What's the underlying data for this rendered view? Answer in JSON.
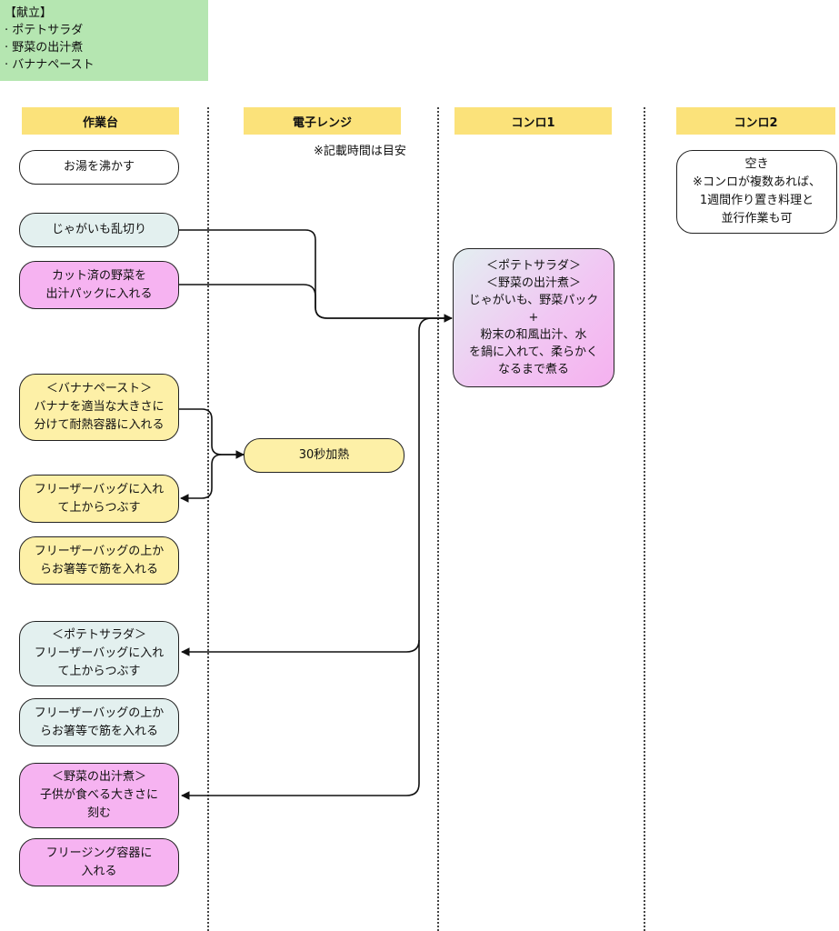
{
  "menu": {
    "title": "【献立】",
    "items": [
      "· ポテトサラダ",
      "· 野菜の出汁煮",
      "· バナナペースト"
    ]
  },
  "lanes": [
    {
      "id": "workbench",
      "label": "作業台"
    },
    {
      "id": "microwave",
      "label": "電子レンジ"
    },
    {
      "id": "stove1",
      "label": "コンロ1"
    },
    {
      "id": "stove2",
      "label": "コンロ2"
    }
  ],
  "note": "※記載時間は目安",
  "steps": {
    "boil_water": [
      "お湯を沸かす"
    ],
    "cut_potato": [
      "じゃがいも乱切り"
    ],
    "veg_pack": [
      "カット済の野菜を",
      "出汁パックに入れる"
    ],
    "banana_cut": [
      "＜バナナペースト＞",
      "バナナを適当な大きさに",
      "分けて耐熱容器に入れる"
    ],
    "banana_crush": [
      "フリーザーバッグに入れ",
      "て上からつぶす"
    ],
    "banana_score": [
      "フリーザーバッグの上か",
      "らお箸等で筋を入れる"
    ],
    "potato_crush": [
      "＜ポテトサラダ＞",
      "フリーザーバッグに入れ",
      "て上からつぶす"
    ],
    "potato_score": [
      "フリーザーバッグの上か",
      "らお箸等で筋を入れる"
    ],
    "veg_cut": [
      "＜野菜の出汁煮＞",
      "子供が食べる大きさに",
      "刻む"
    ],
    "veg_freeze": [
      "フリージング容器に",
      "入れる"
    ],
    "microwave_heat": [
      "30秒加熱"
    ],
    "stove1_simmer": [
      "＜ポテトサラダ＞",
      "＜野菜の出汁煮＞",
      "じゃがいも、野菜パック",
      "+",
      "粉末の和風出汁、水",
      "を鍋に入れて、柔らかく",
      "なるまで煮る"
    ],
    "stove2_free": [
      "空き",
      "※コンロが複数あれば、",
      "1週間作り置き料理と",
      "並行作業も可"
    ]
  },
  "colors": {
    "menu_bg": "#b5e6b1",
    "header_bg": "#fbe27a",
    "potato_blue": "#e3f0ef",
    "veg_pink": "#f6b3f1",
    "banana_yellow": "#fdf0a7"
  }
}
